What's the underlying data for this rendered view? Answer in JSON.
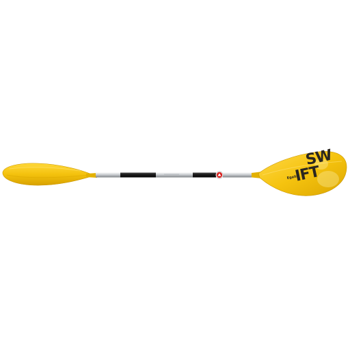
{
  "product": {
    "blade_graphic": {
      "line1": "SW",
      "line2": "IFT",
      "brand": "Egalis"
    }
  },
  "colors": {
    "blade": "#f4c20d",
    "blade_shadow": "#d9a400",
    "blade_highlight": "#ffdb4d",
    "shaft_metal": "#c9cdd1",
    "shaft_metal_dark": "#8e9296",
    "shaft_grip": "#1a1a1a",
    "badge_red": "#d6201f",
    "graphic_ink": "#2a2620"
  }
}
